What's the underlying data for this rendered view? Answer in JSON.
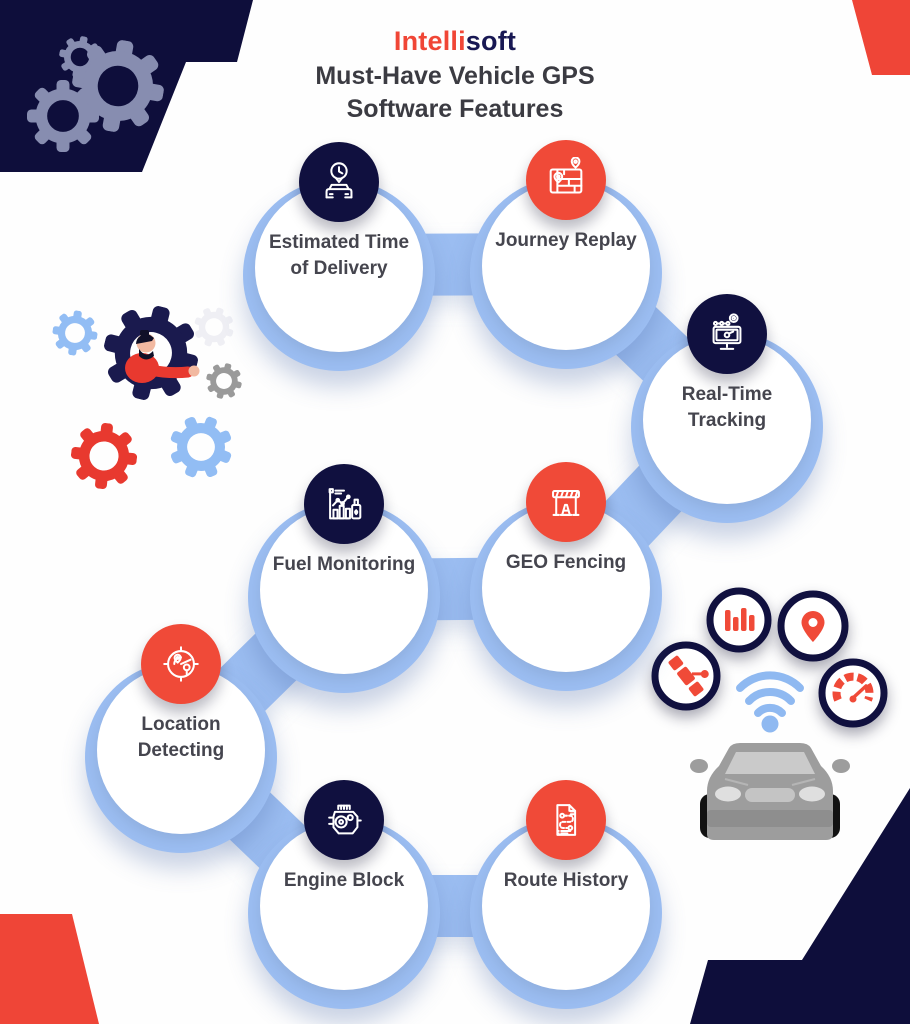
{
  "logo": {
    "part1": "Intelli",
    "part2": "soft"
  },
  "title": "Must-Have Vehicle GPS Software Features",
  "features": [
    {
      "label": "Estimated Time of Delivery",
      "icon": "eta-clock-car-icon",
      "badge_color": "#10103F"
    },
    {
      "label": "Journey Replay",
      "icon": "journey-map-icon",
      "badge_color": "#F04A38"
    },
    {
      "label": "Real-Time Tracking",
      "icon": "tracking-monitor-icon",
      "badge_color": "#10103F"
    },
    {
      "label": "Fuel Monitoring",
      "icon": "fuel-chart-pump-icon",
      "badge_color": "#10103F"
    },
    {
      "label": "GEO Fencing",
      "icon": "road-barrier-icon",
      "badge_color": "#F04A38"
    },
    {
      "label": "Location Detecting",
      "icon": "radar-location-icon",
      "badge_color": "#F04A38"
    },
    {
      "label": "Engine Block",
      "icon": "engine-icon",
      "badge_color": "#10103F"
    },
    {
      "label": "Route History",
      "icon": "route-document-icon",
      "badge_color": "#F04A38"
    }
  ],
  "decor": {
    "corner_gears": "gears-illustration",
    "person": "person-in-gear-illustration",
    "connected_icons": [
      "bar-chart-icon",
      "location-pin-icon",
      "satellite-icon",
      "speedometer-icon",
      "wifi-icon"
    ],
    "car": "car-illustration"
  },
  "colors": {
    "brand_navy": "#10103F",
    "brand_red": "#F04A38",
    "connector_blue": "#9BBDF1",
    "gear_slate": "#878DB0",
    "gear_red": "#E8392F",
    "gear_blue": "#92BDF4",
    "car_gray": "#9D9D9D",
    "title_text": "#3B3B42",
    "label_text": "#45454E"
  }
}
